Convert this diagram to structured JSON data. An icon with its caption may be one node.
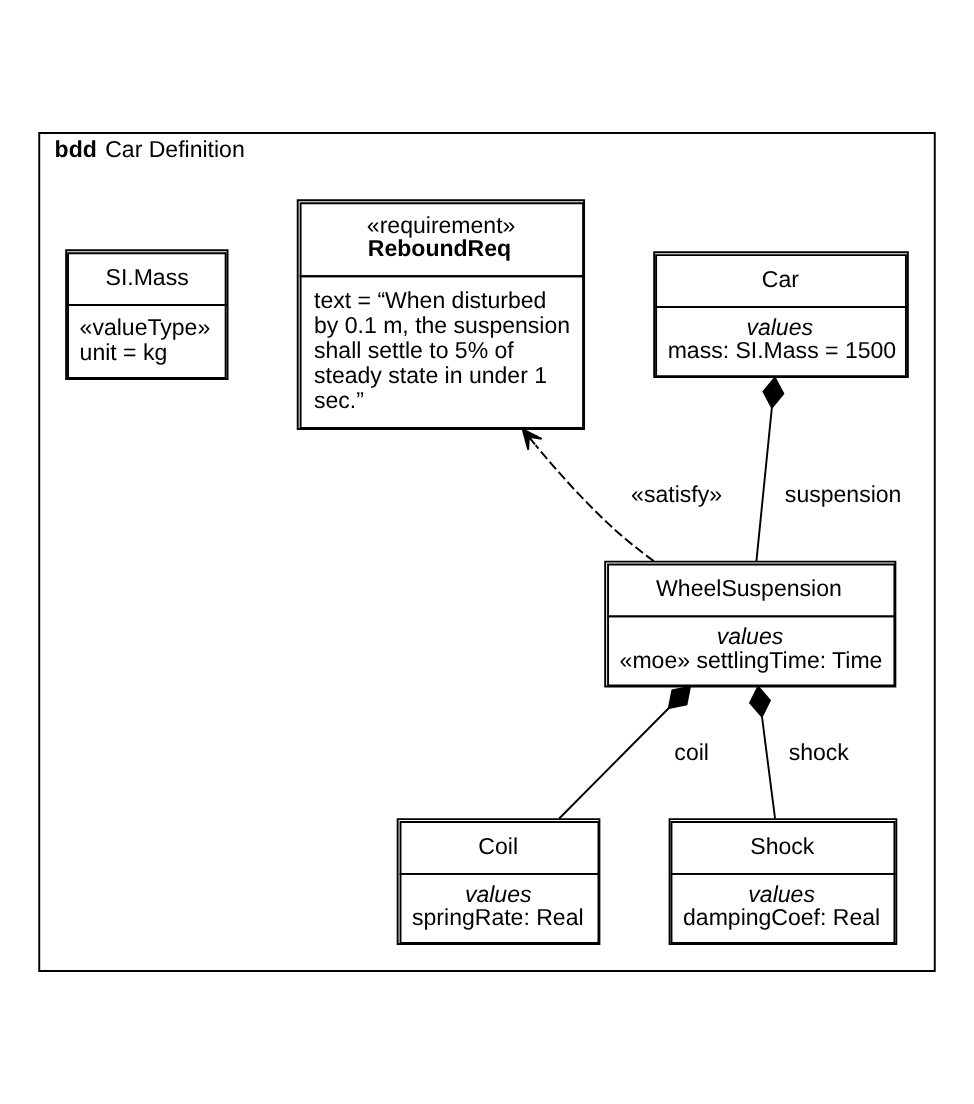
{
  "diagram": {
    "nodes": [
      {
        "text": [
          "**bdd** Car Definition"
        ]
      },
      {
        "text": [
          "Car",
          "values",
          "mass: SI.Mass = 1500"
        ],
        "in": 0
      },
      {
        "text": [
          "«requirement»",
          "ReboundReq",
          "text = “When disturbed by 0.1 m, the suspension shall settle to 5% of steady state in under 1 sec.”"
        ],
        "in": 0
      },
      {
        "text": [
          "WheelSuspension",
          "values",
          "«moe» settlingTime: Time"
        ],
        "in": 0
      },
      {
        "text": [
          "SI.Mass",
          "«valueType»",
          "unit = kg"
        ],
        "in": 0
      },
      {
        "text": [
          "Coil",
          "values",
          "springRate: Real"
        ],
        "in": 0
      },
      {
        "text": [
          "Shock",
          "values",
          "dampingCoef: Real"
        ],
        "in": 0
      }
    ],
    "edges": [
      {
        "from": 1,
        "to": 3,
        "arrow": "other",
        "label": "suspension"
      },
      {
        "from": 3,
        "to": 2,
        "arrow": "to",
        "label": "«satisfy»",
        "style": "dashed"
      },
      {
        "from": 3,
        "to": 5,
        "arrow": "other",
        "label": "coil"
      },
      {
        "from": 3,
        "to": 6,
        "arrow": "other",
        "label": "shock"
      }
    ]
  }
}
